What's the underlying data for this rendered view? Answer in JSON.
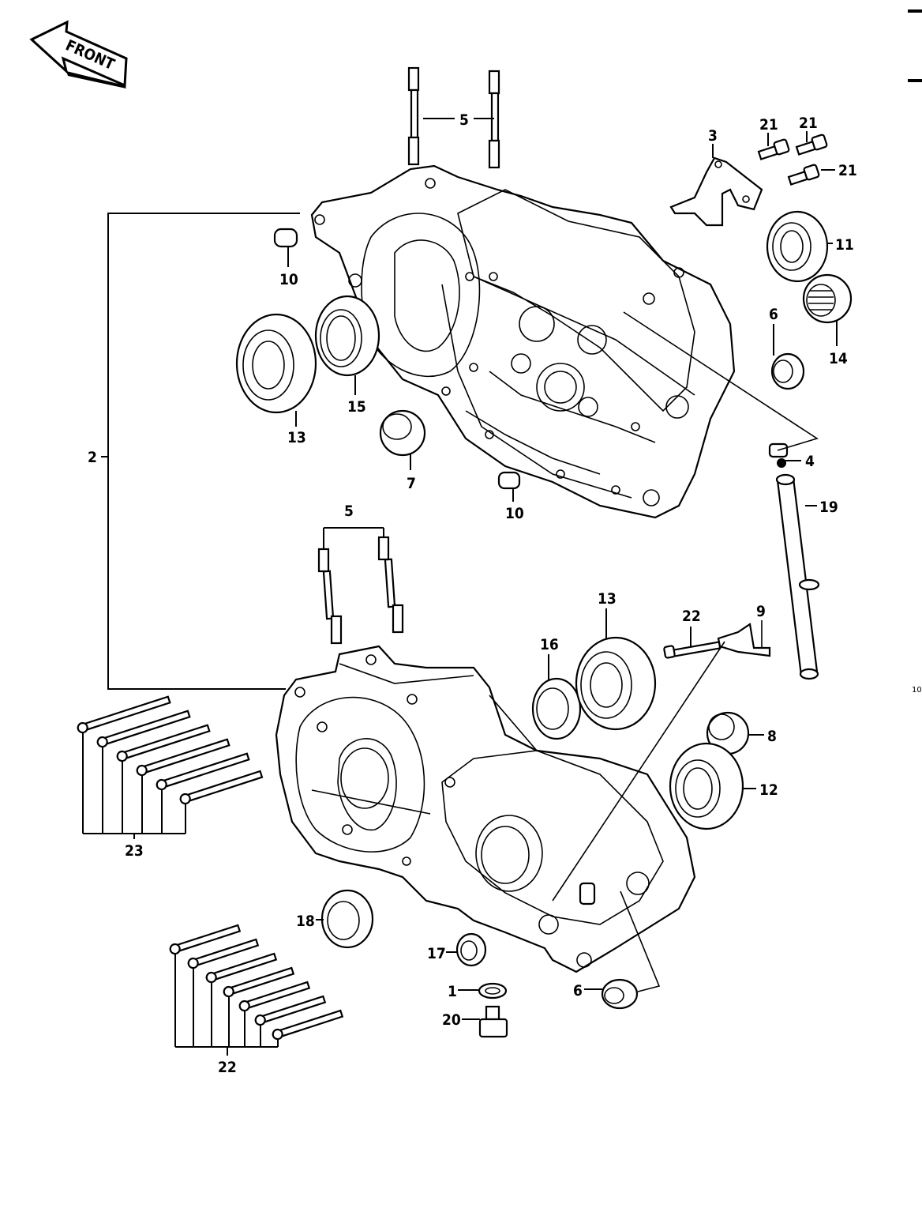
{
  "front_sign": "FRONT",
  "callouts": {
    "n1": "1",
    "n2": "2",
    "n3": "3",
    "n4": "4",
    "n5_top": "5",
    "n5_mid": "5",
    "n6_top": "6",
    "n6_bot": "6",
    "n7": "7",
    "n8": "8",
    "n9": "9",
    "n10_a": "10",
    "n10_b": "10",
    "n11": "11",
    "n12": "12",
    "n13_top": "13",
    "n13_bot": "13",
    "n14": "14",
    "n15": "15",
    "n16": "16",
    "n17": "17",
    "n18": "18",
    "n19": "19",
    "n20": "20",
    "n21_a": "21",
    "n21_b": "21",
    "n21_c": "21",
    "n22_top": "22",
    "n22_bot": "22",
    "n23": "23"
  },
  "page_number": "10"
}
